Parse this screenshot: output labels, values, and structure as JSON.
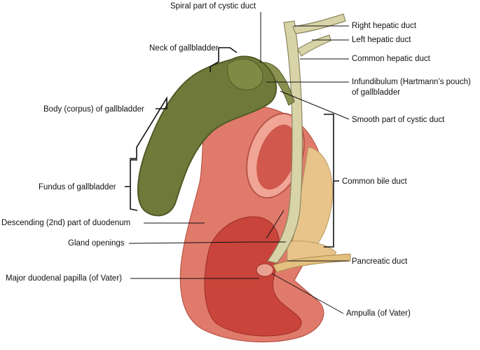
{
  "figure": {
    "colors": {
      "gallbladder": "#6f7a3a",
      "gallbladder_dark": "#4f5a25",
      "duodenum": "#e07a6a",
      "duodenum_inner": "#c9443b",
      "duct": "#d9d3a8",
      "duct_edge": "#8a8660",
      "pancreas": "#e8c48a",
      "line": "#111111"
    },
    "labels": {
      "spiral_cystic": "Spiral part of cystic duct",
      "neck": "Neck of gallbladder",
      "body": "Body (corpus) of gallbladder",
      "fundus": "Fundus of gallbladder",
      "descending_duodenum": "Descending (2nd) part of duodenum",
      "gland_openings": "Gland openings",
      "major_papilla": "Major duodenal papilla (of Vater)",
      "right_hepatic": "Right hepatic duct",
      "left_hepatic": "Left hepatic duct",
      "common_hepatic": "Common hepatic duct",
      "infundibulum_1": "Infundibulum (Hartmann’s pouch)",
      "infundibulum_2": "of gallbladder",
      "smooth_cystic": "Smooth part of cystic duct",
      "common_bile": "Common bile duct",
      "pancreatic": "Pancreatic duct",
      "ampulla": "Ampulla (of Vater)"
    }
  }
}
